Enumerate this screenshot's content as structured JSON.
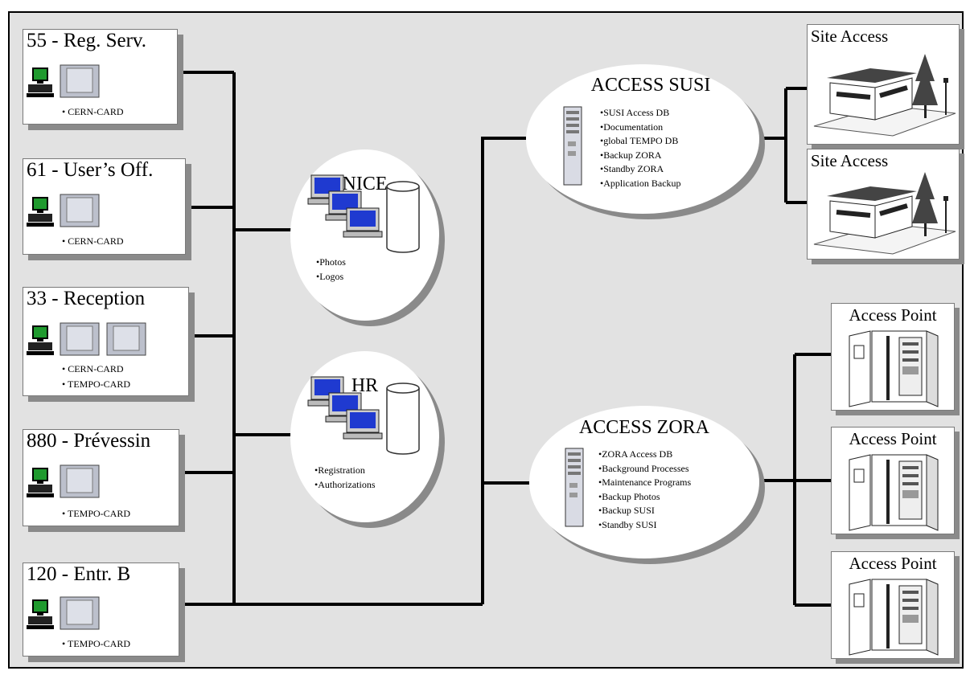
{
  "stations": [
    {
      "title": "55 - Reg. Serv.",
      "cards": [
        "CERN-CARD"
      ]
    },
    {
      "title": "61 - User’s Off.",
      "cards": [
        "CERN-CARD"
      ]
    },
    {
      "title": "33 - Reception",
      "cards": [
        "CERN-CARD",
        "TEMPO-CARD"
      ]
    },
    {
      "title": "880 - Prévessin",
      "cards": [
        "TEMPO-CARD"
      ]
    },
    {
      "title": "120 - Entr. B",
      "cards": [
        "TEMPO-CARD"
      ]
    }
  ],
  "nice": {
    "title": "NICE",
    "items": [
      "Photos",
      "Logos"
    ]
  },
  "hr": {
    "title": "HR",
    "items": [
      "Registration",
      "Authorizations"
    ]
  },
  "susi": {
    "title": "ACCESS SUSI",
    "items": [
      "SUSI Access DB",
      "Documentation",
      "global TEMPO DB",
      "Backup ZORA",
      "Standby ZORA",
      "Application Backup"
    ]
  },
  "zora": {
    "title": "ACCESS ZORA",
    "items": [
      "ZORA Access DB",
      "Background Processes",
      "Maintenance Programs",
      "Backup Photos",
      "Backup SUSI",
      "Standby SUSI"
    ]
  },
  "site_access": [
    "Site Access",
    "Site Access"
  ],
  "access_points": [
    "Access Point",
    "Access Point",
    "Access Point"
  ],
  "colors": {
    "background": "#e2e2e2",
    "line": "#000000",
    "shadow": "#8a8a8a",
    "monitor_screen": "#1f9a2e",
    "pc_screen": "#1f3ad0"
  }
}
